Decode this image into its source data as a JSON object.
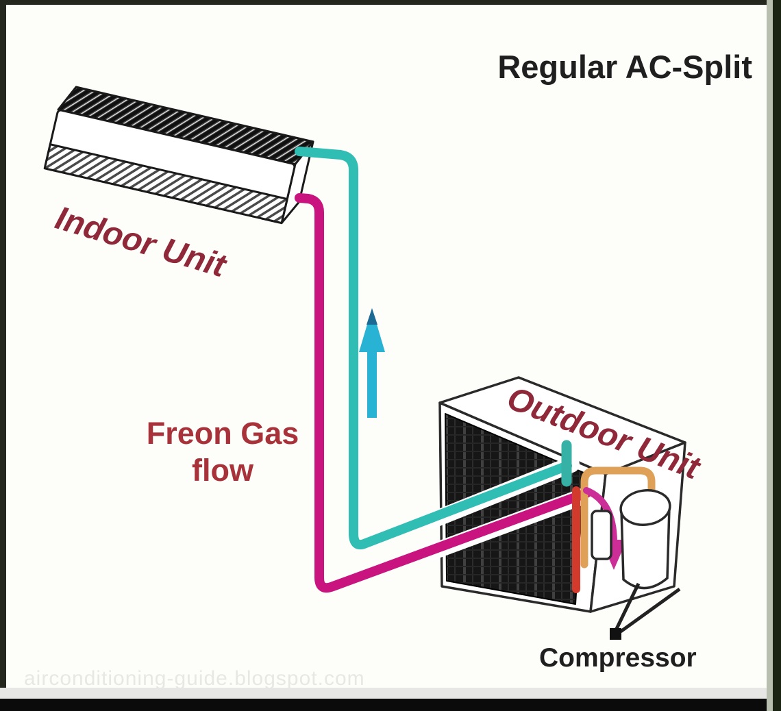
{
  "title": "Regular AC-Split",
  "labels": {
    "indoor_unit": "Indoor Unit",
    "outdoor_unit": "Outdoor Unit",
    "freon_line1": "Freon Gas",
    "freon_line2": "flow",
    "compressor": "Compressor"
  },
  "watermark": "airconditioning-guide.blogspot.com",
  "icons": {
    "flow_arrow": "up-arrow"
  },
  "colors": {
    "pipe_suction": "#2fbdb4",
    "pipe_liquid": "#c9137e",
    "flow_arrow": "#28b2d4",
    "flow_arrow_tip": "#1a6a93",
    "pipe_orange": "#dfa058",
    "pipe_red": "#d23a2c",
    "coil_connector": "#35b1a6",
    "inlet_arrow": "#cb2f97",
    "label_maroon": "#8f2839",
    "freon_text": "#a8323a",
    "title_text": "#1f1f1f",
    "line_dark": "#222222",
    "frame_dark": "#23271e",
    "frame_green": "#1a2311",
    "frame_sage": "#b9bfae",
    "frame_bottom_black": "#0b0b0b",
    "frame_bottom_gray": "#e7e7e5",
    "background": "#fdfdfa",
    "watermark_gray": "#c9c9c6"
  }
}
